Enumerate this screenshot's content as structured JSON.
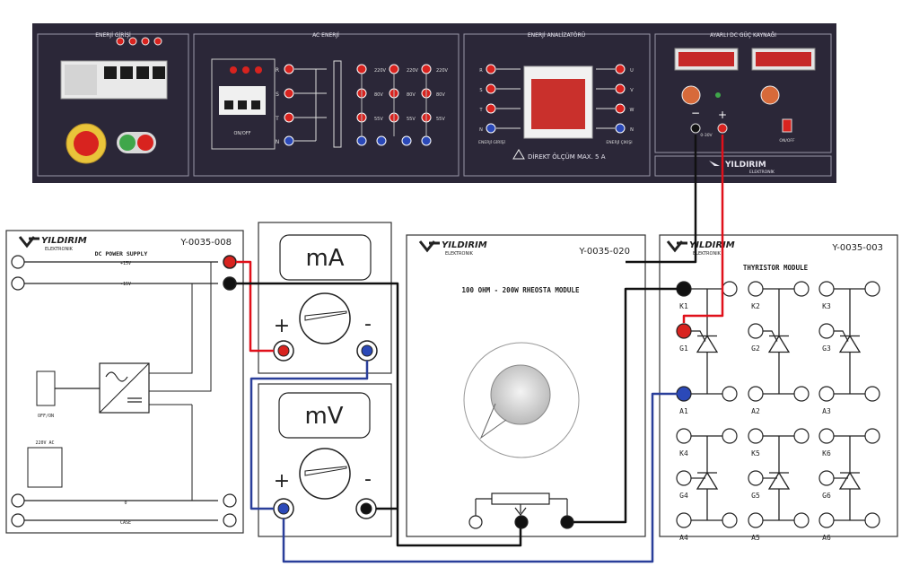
{
  "trainer_panel": {
    "sections": {
      "energy_input": "ENERJİ GİRİŞİ",
      "ac_energy": "AC ENERJİ",
      "energy_analyzer": "ENERJİ ANALİZATÖRÜ",
      "adjustable_dc": "AYARLI DC GÜÇ KAYNAĞI"
    },
    "breaker_label": "ON/OFF",
    "phase_labels": [
      "R",
      "S",
      "T",
      "N"
    ],
    "voltage_labels": [
      "220V",
      "220V",
      "220V",
      "80V",
      "80V",
      "80V",
      "55V",
      "55V",
      "55V"
    ],
    "analyzer_in_labels": [
      "R",
      "S",
      "T",
      "N"
    ],
    "analyzer_out_labels": [
      "U",
      "V",
      "W",
      "N"
    ],
    "analyzer_energy_in": "ENERJİ GİRİŞİ",
    "analyzer_energy_out": "ENERJİ ÇIKIŞI",
    "warning_text": "DİREKT ÖLÇÜM MAX. 5 A",
    "dc_minus": "−",
    "dc_plus": "+",
    "dc_range": "0-30V",
    "dc_switch_label": "ON/OFF",
    "brand": "YILDIRIM",
    "brand_sub": "ELEKTRONİK"
  },
  "dc_power_supply": {
    "brand": "YILDIRIM",
    "brand_sub": "ELEKTRONIK",
    "code": "Y-0035-008",
    "title": "DC POWER SUPPLY",
    "plus_label": "+15V",
    "minus_label": "-15V",
    "zero_label": "0",
    "case_label": "CASE",
    "switch_label": "OFF/ON",
    "mains_label": "220V AC"
  },
  "ammeter": {
    "label": "mA",
    "plus": "+",
    "minus": "-"
  },
  "voltmeter": {
    "label": "mV",
    "plus": "+",
    "minus": "-"
  },
  "rheostat_module": {
    "brand": "YILDIRIM",
    "brand_sub": "ELEKTRONIK",
    "code": "Y-0035-020",
    "title": "100 OHM - 200W RHEOSTA MODULE"
  },
  "thyristor_module": {
    "brand": "YILDIRIM",
    "brand_sub": "ELEKTRONIK",
    "code": "Y-0035-003",
    "title": "THYRISTOR MODULE",
    "terminals": [
      "K1",
      "K2",
      "K3",
      "G1",
      "G2",
      "G3",
      "A1",
      "A2",
      "A3",
      "K4",
      "K5",
      "K6",
      "G4",
      "G5",
      "G6",
      "A4",
      "A5",
      "A6"
    ]
  },
  "wire_colors": {
    "red": "#e0101a",
    "black": "#111111",
    "blue": "#2a3f9a"
  },
  "panel_colors": {
    "dark": "#2b2738",
    "terminal_red": "#d8231f",
    "terminal_blue": "#2b49b8"
  }
}
